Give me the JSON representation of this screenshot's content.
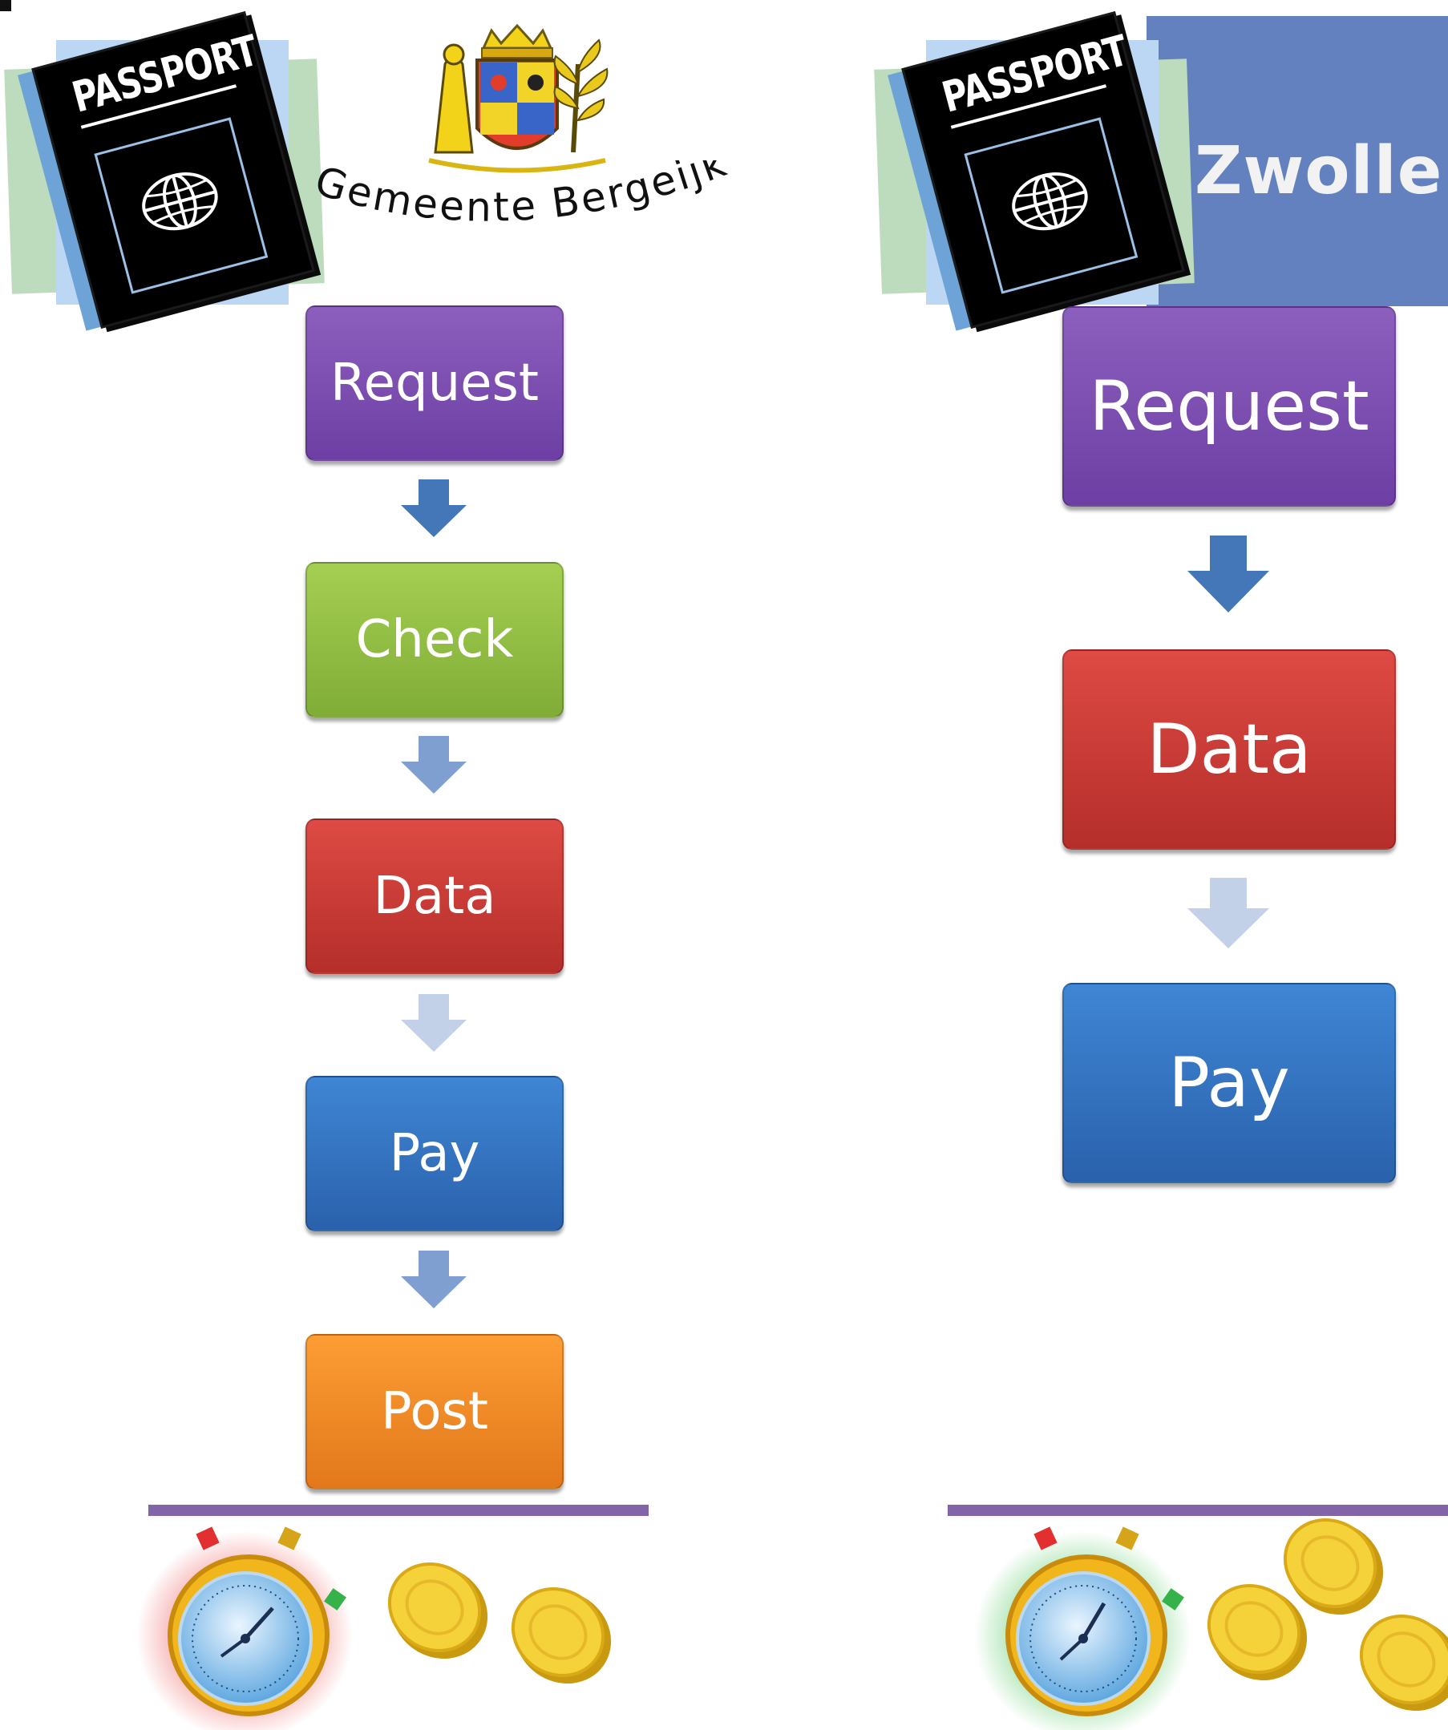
{
  "left_panel": {
    "passport_label": "PASSPORT",
    "municipality_name": "Gemeente Bergeijk",
    "steps": [
      "Request",
      "Check",
      "Data",
      "Pay",
      "Post"
    ]
  },
  "right_panel": {
    "passport_label": "PASSPORT",
    "municipality_name": "Zwolle",
    "steps": [
      "Request",
      "Data",
      "Pay"
    ]
  },
  "icons": {
    "passport": "passport-icon",
    "coat_of_arms": "coat-of-arms-icon",
    "stopwatch": "stopwatch-icon",
    "coin": "coin-icon",
    "arrow": "down-arrow-icon"
  },
  "colors": {
    "request": "#7c4fb2",
    "check": "#95c243",
    "data": "#c93c37",
    "pay": "#3572c0",
    "post": "#f18928",
    "divider": "#8165a8",
    "zwolle_banner": "#6381bf",
    "slow_glow": "#f06b6b",
    "fast_glow": "#6fd17a"
  }
}
